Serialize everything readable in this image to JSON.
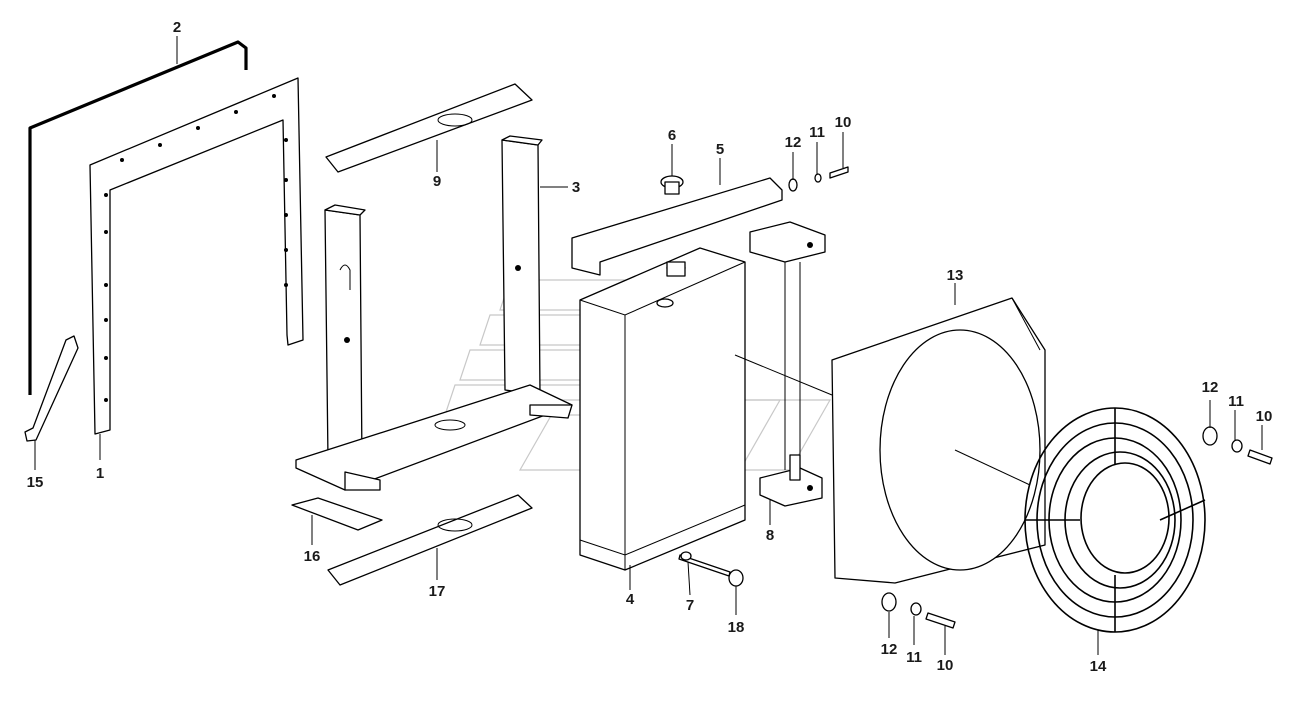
{
  "callouts": [
    {
      "id": "c1",
      "label": "1"
    },
    {
      "id": "c2",
      "label": "2"
    },
    {
      "id": "c3",
      "label": "3"
    },
    {
      "id": "c4",
      "label": "4"
    },
    {
      "id": "c5",
      "label": "5"
    },
    {
      "id": "c6",
      "label": "6"
    },
    {
      "id": "c7",
      "label": "7"
    },
    {
      "id": "c8",
      "label": "8"
    },
    {
      "id": "c9",
      "label": "9"
    },
    {
      "id": "c10a",
      "label": "10"
    },
    {
      "id": "c11a",
      "label": "11"
    },
    {
      "id": "c12a",
      "label": "12"
    },
    {
      "id": "c10b",
      "label": "10"
    },
    {
      "id": "c11b",
      "label": "11"
    },
    {
      "id": "c12b",
      "label": "12"
    },
    {
      "id": "c10c",
      "label": "10"
    },
    {
      "id": "c11c",
      "label": "11"
    },
    {
      "id": "c12c",
      "label": "12"
    },
    {
      "id": "c13",
      "label": "13"
    },
    {
      "id": "c14",
      "label": "14"
    },
    {
      "id": "c15",
      "label": "15"
    },
    {
      "id": "c16",
      "label": "16"
    },
    {
      "id": "c17",
      "label": "17"
    },
    {
      "id": "c18",
      "label": "18"
    }
  ]
}
